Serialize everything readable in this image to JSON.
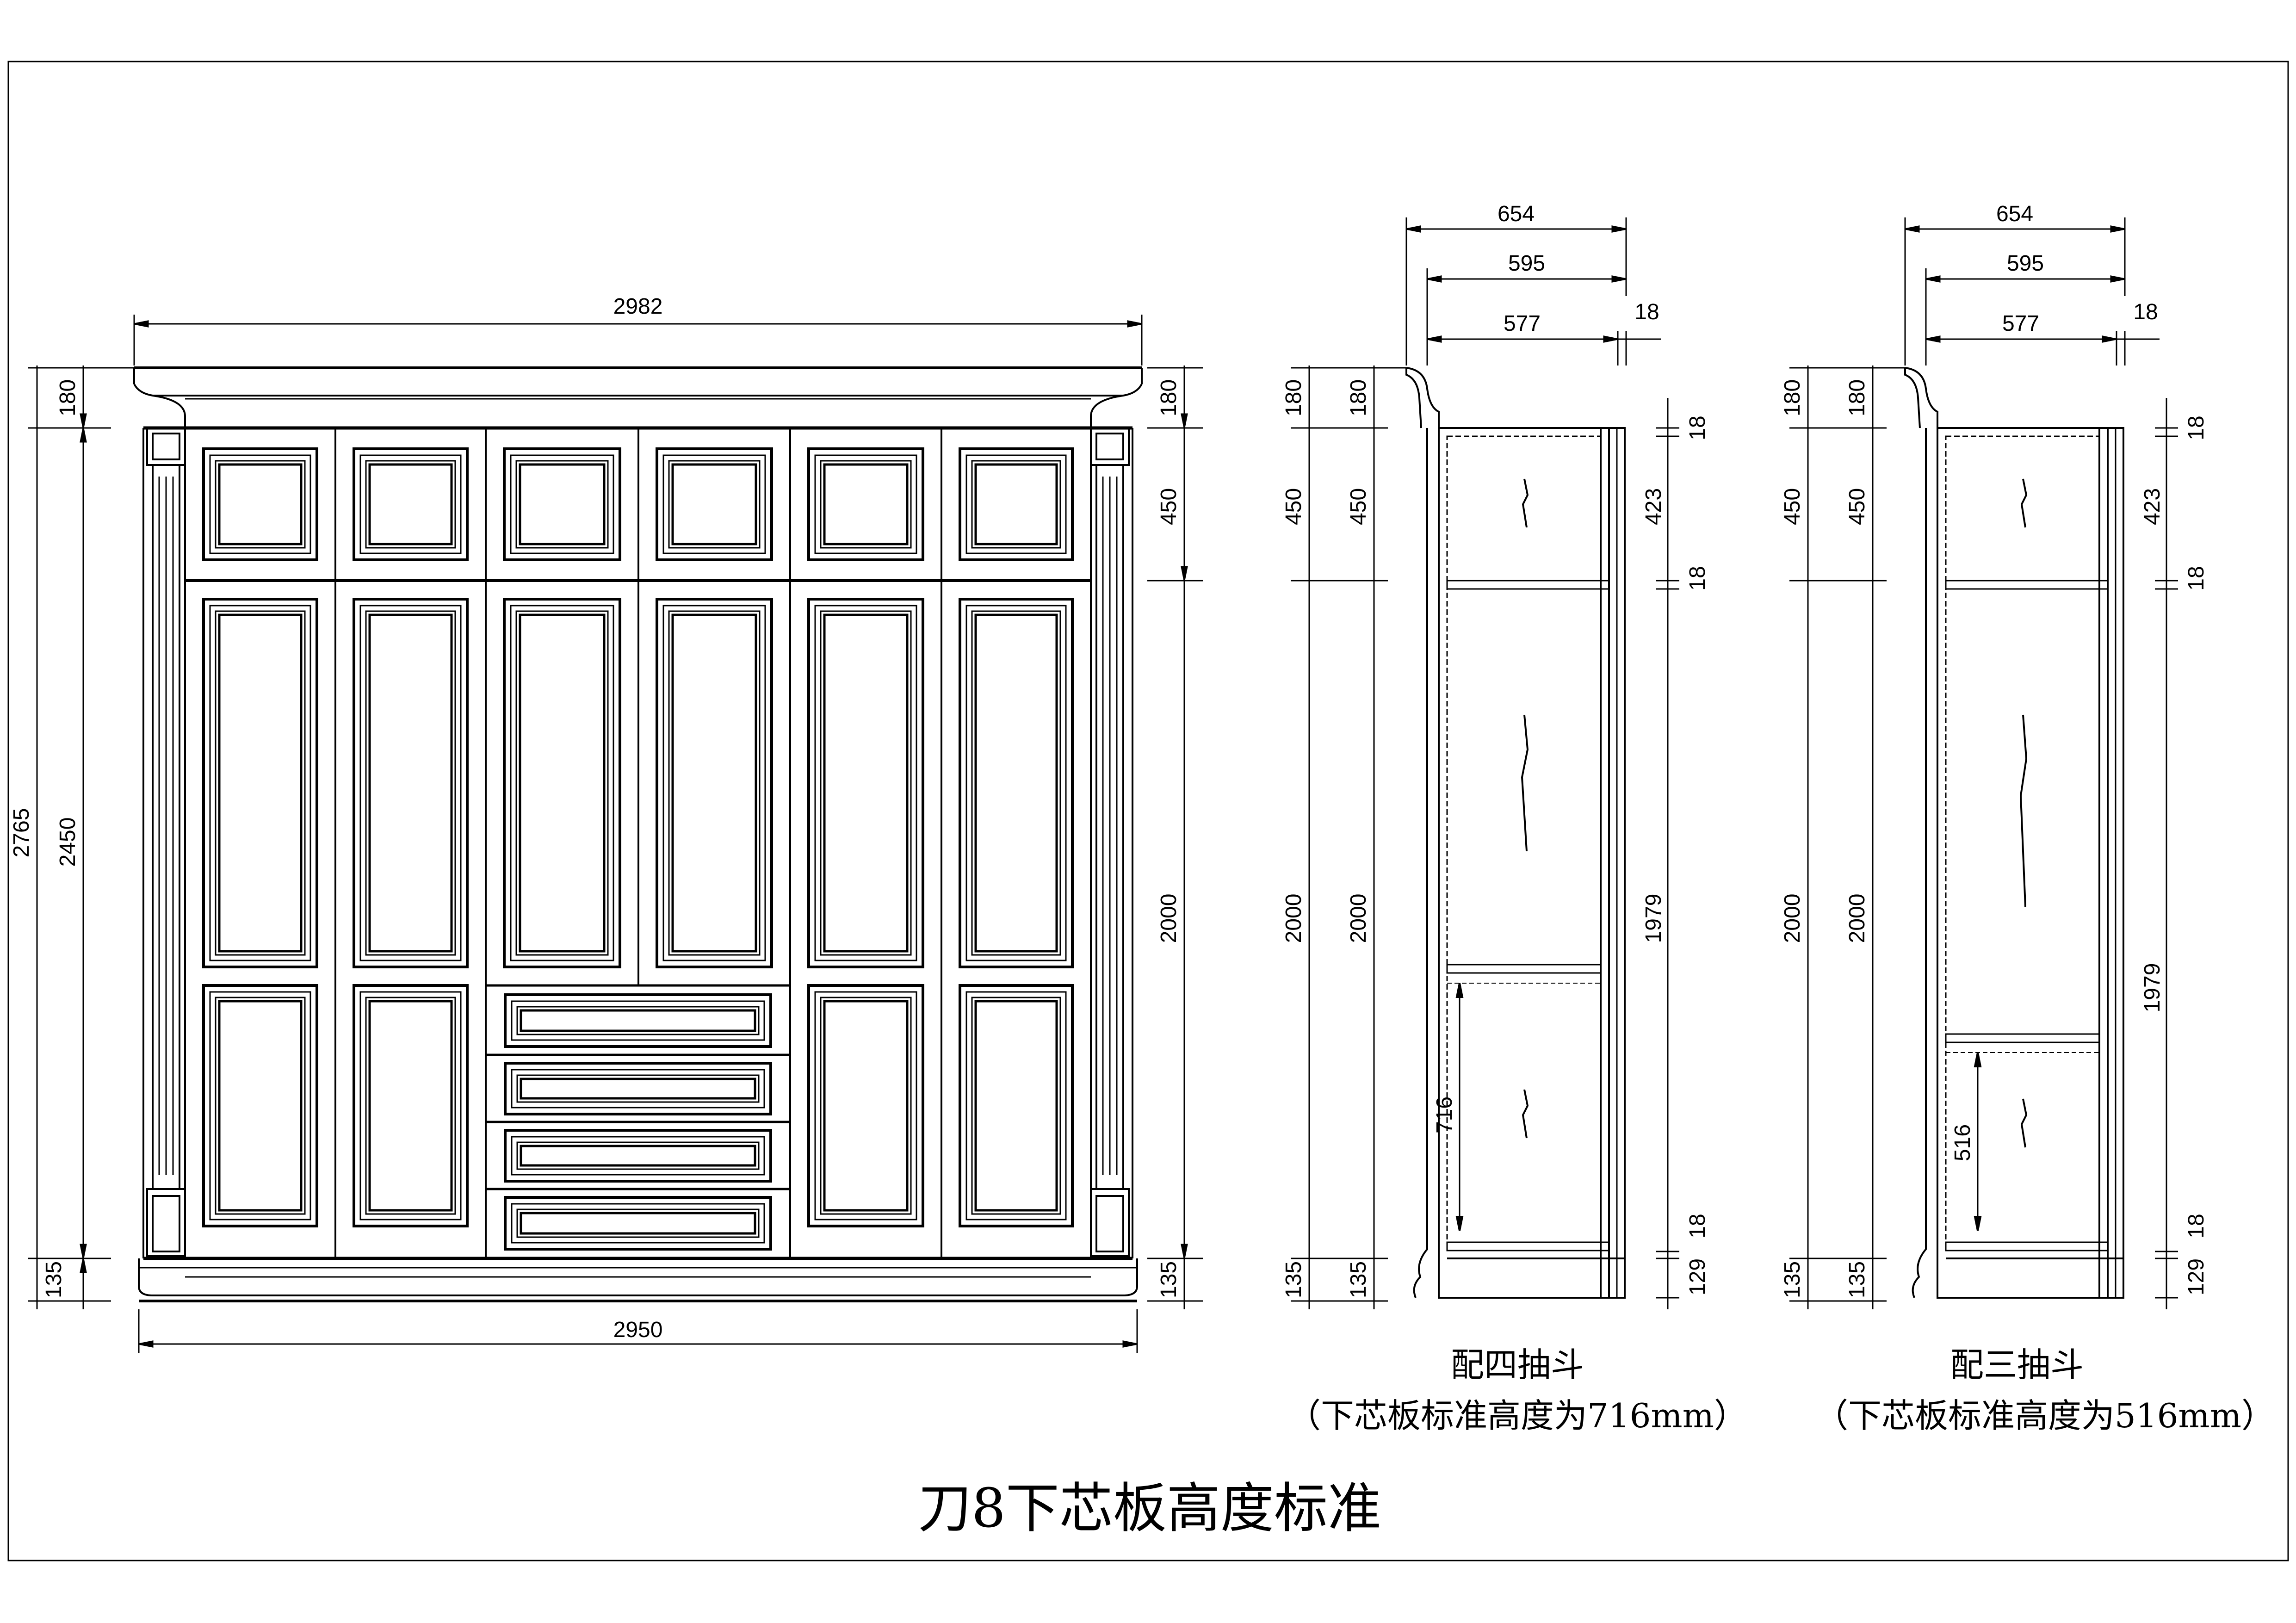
{
  "front_view": {
    "overall_width_top": "2982",
    "overall_width_bottom": "2950",
    "left_dims": {
      "overall_height": "2765",
      "body_height": "2450",
      "crown": "180",
      "plinth": "135"
    },
    "right_dims": {
      "crown": "180",
      "upper_door": "450",
      "lower_door": "2000",
      "plinth": "135"
    }
  },
  "section_four_drawers": {
    "widths": {
      "overall": "654",
      "body": "595",
      "inner": "577",
      "panel": "18"
    },
    "left_dims_outer": {
      "crown": "180",
      "upper": "450",
      "lower": "2000",
      "plinth": "135"
    },
    "left_dims_inner": {
      "crown": "180",
      "upper": "450",
      "lower": "2000",
      "plinth": "135"
    },
    "right_dims": {
      "top_panel": "18",
      "upper_opening": "423",
      "shelf": "18",
      "lower_opening": "1979",
      "bottom_panel": "18",
      "kick": "129"
    },
    "drawer_opening": "716",
    "caption": "配四抽斗",
    "subcaption": "（下芯板标准高度为716mm）"
  },
  "section_three_drawers": {
    "widths": {
      "overall": "654",
      "body": "595",
      "inner": "577",
      "panel": "18"
    },
    "left_dims_outer": {
      "crown": "180",
      "upper": "450",
      "lower": "2000",
      "plinth": "135"
    },
    "left_dims_inner": {
      "crown": "180",
      "upper": "450",
      "lower": "2000",
      "plinth": "135"
    },
    "right_dims": {
      "top_panel": "18",
      "upper_opening": "423",
      "shelf": "18",
      "lower_opening": "1979",
      "bottom_panel": "18",
      "kick": "129"
    },
    "drawer_opening": "516",
    "caption": "配三抽斗",
    "subcaption": "（下芯板标准高度为516mm）"
  },
  "title": "刀8下芯板高度标准"
}
